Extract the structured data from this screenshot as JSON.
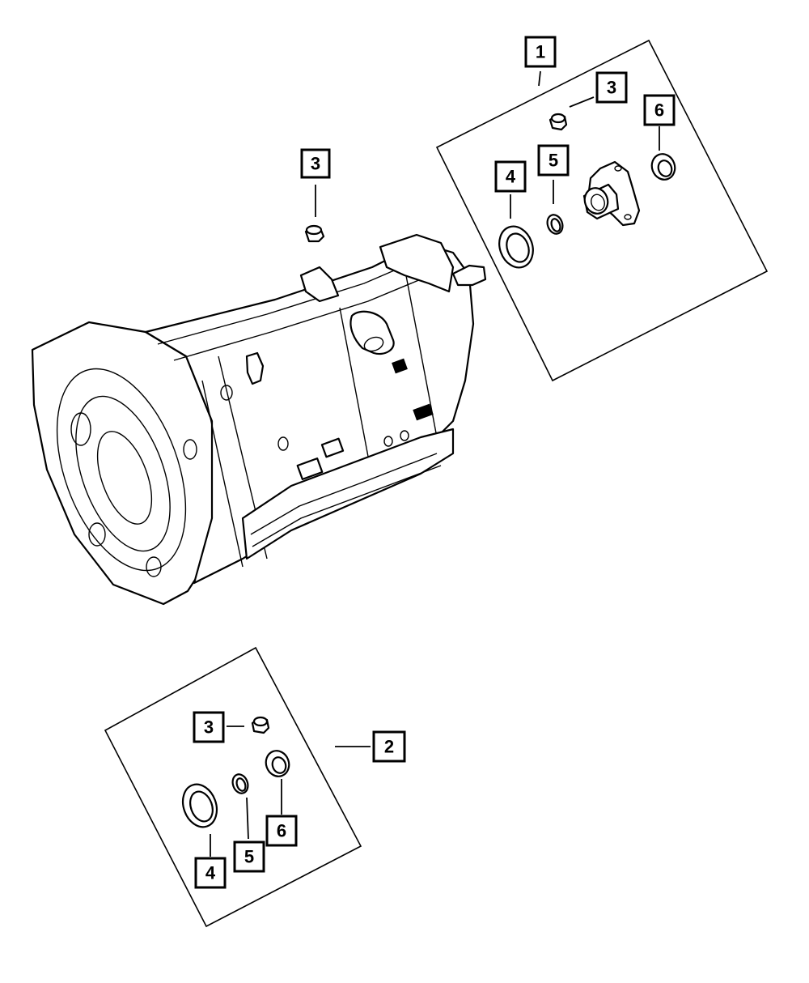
{
  "diagram": {
    "callouts": {
      "kit_upper": "1",
      "kit_lower": "2",
      "plug_main": "3",
      "plug_kit_upper": "3",
      "plug_kit_lower": "3",
      "seal_kit_upper": "4",
      "seal_kit_lower": "4",
      "oring_kit_upper": "5",
      "oring_kit_lower": "5",
      "bushing_kit_upper": "6",
      "bushing_kit_lower": "6"
    },
    "colors": {
      "line": "#000000",
      "background": "#ffffff"
    }
  }
}
